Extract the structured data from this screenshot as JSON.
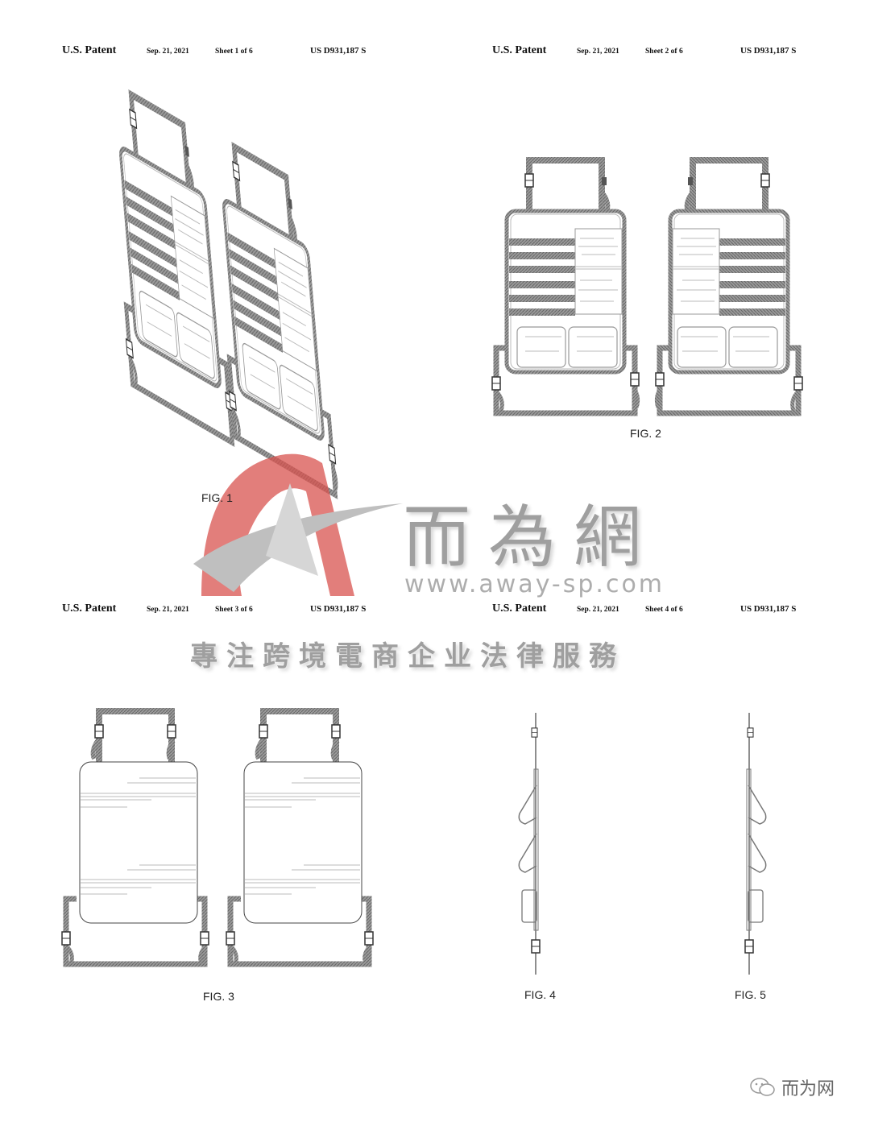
{
  "sheets": [
    {
      "title": "U.S. Patent",
      "date": "Sep. 21, 2021",
      "sheet": "Sheet 1 of 6",
      "number": "US D931,187 S",
      "figures": [
        "FIG. 1"
      ]
    },
    {
      "title": "U.S. Patent",
      "date": "Sep. 21, 2021",
      "sheet": "Sheet 2 of 6",
      "number": "US D931,187 S",
      "figures": [
        "FIG. 2"
      ]
    },
    {
      "title": "U.S. Patent",
      "date": "Sep. 21, 2021",
      "sheet": "Sheet 3 of 6",
      "number": "US D931,187 S",
      "figures": [
        "FIG. 3"
      ]
    },
    {
      "title": "U.S. Patent",
      "date": "Sep. 21, 2021",
      "sheet": "Sheet 4 of 6",
      "number": "US D931,187 S",
      "figures": [
        "FIG. 4",
        "FIG. 5"
      ]
    }
  ],
  "watermark": {
    "brand": "而為網",
    "url": "www.away-sp.com",
    "slogan": "專注跨境電商企业法律服務",
    "logo_color": "#d9534f"
  },
  "footer": {
    "icon": "wechat-icon",
    "account": "而为网"
  }
}
